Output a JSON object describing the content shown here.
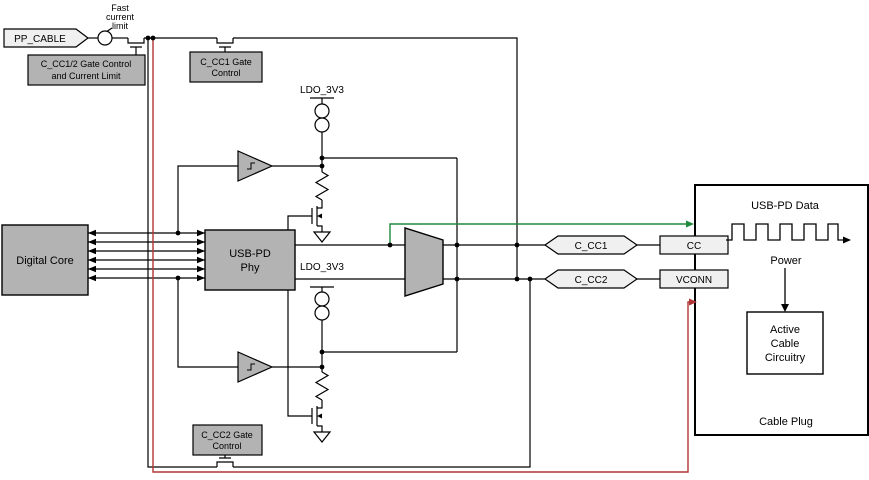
{
  "diagram": {
    "fast_limit": [
      "Fast",
      "current",
      "limit"
    ],
    "pp_cable": "PP_CABLE",
    "cc12_gate": [
      "C_CC1/2 Gate Control",
      "and Current Limit"
    ],
    "cc1_gate": [
      "C_CC1 Gate",
      "Control"
    ],
    "cc2_gate": [
      "C_CC2 Gate",
      "Control"
    ],
    "ldo_top": "LDO_3V3",
    "ldo_bottom": "LDO_3V3",
    "digital_core": "Digital Core",
    "phy": [
      "USB-PD",
      "Phy"
    ],
    "net_cc1": "C_CC1",
    "net_cc2": "C_CC2",
    "pin_cc": "CC",
    "pin_vconn": "VCONN",
    "usb_pd_data": "USB-PD Data",
    "power": "Power",
    "active_cable": [
      "Active",
      "Cable",
      "Circuitry"
    ],
    "cable_plug": "Cable Plug",
    "colors": {
      "block_fill": "#b3b3b3",
      "tag_fill": "#f0f0f0",
      "wire": "#000000",
      "cc_path": "#1d8a3e",
      "vconn_path": "#b23535"
    }
  }
}
